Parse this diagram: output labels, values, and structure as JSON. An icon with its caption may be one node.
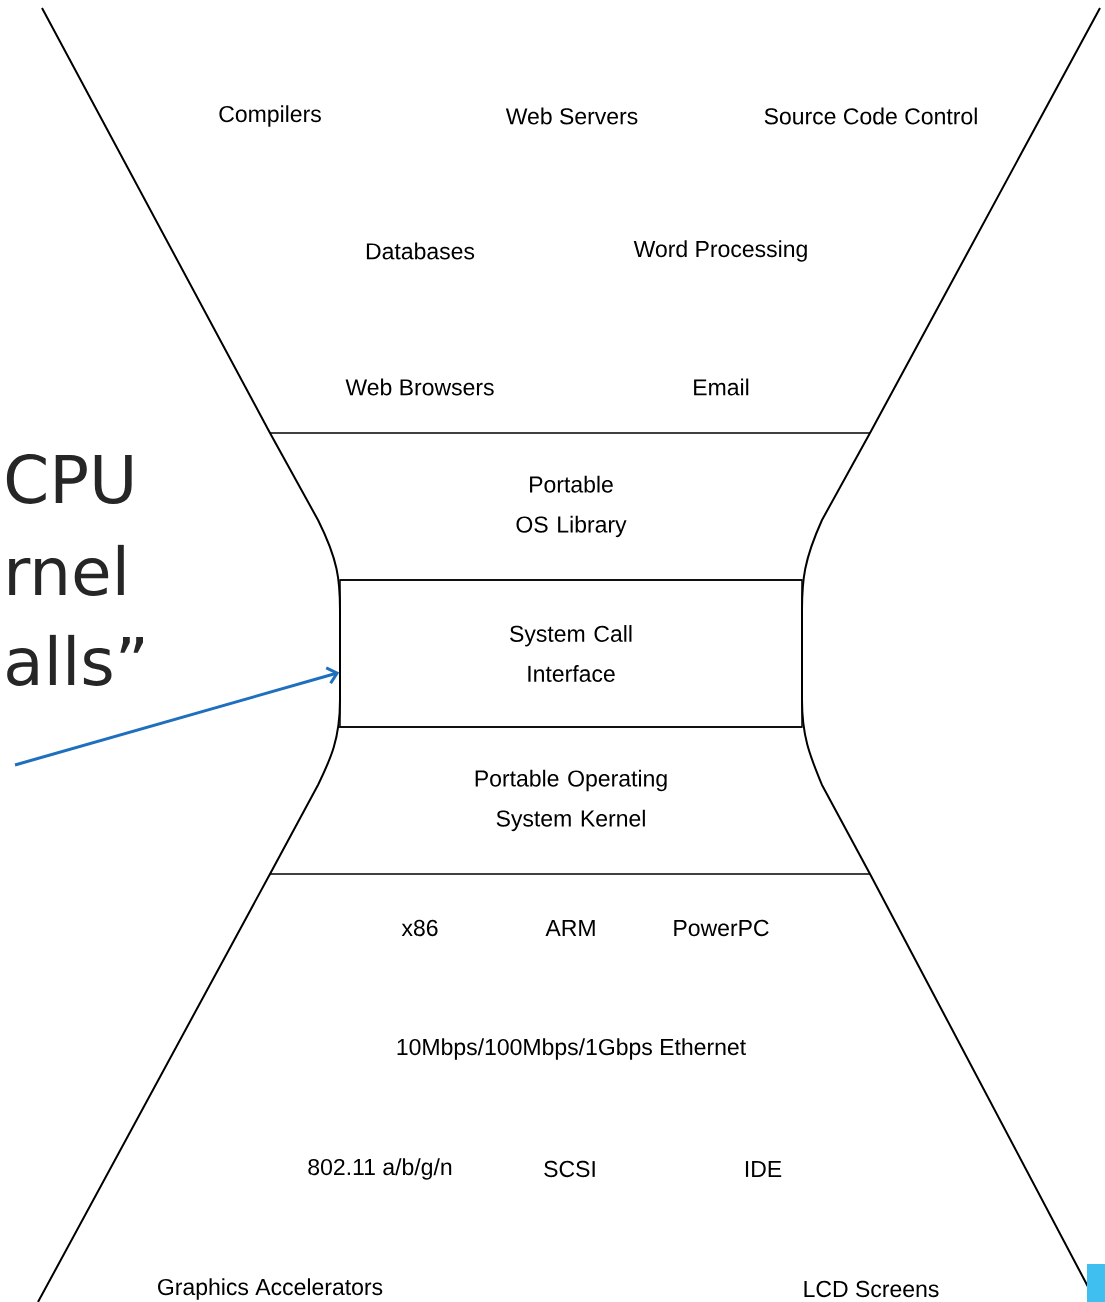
{
  "diagram": {
    "nodes": [
      {
        "text": [
          "Portable OS Library"
        ]
      },
      {
        "text": [
          "System Call Interface"
        ]
      },
      {
        "text": [
          "Portable Operating System Kernel"
        ]
      }
    ],
    "edges": [
      {
        "from": null,
        "to": 1,
        "arrow": "to",
        "color": "#1f6fbf"
      }
    ],
    "labels": [
      "Compilers",
      "Web Servers",
      "Source Code Control",
      "Databases",
      "Word Processing",
      "Web Browsers",
      "Email",
      "CPU",
      "rnel",
      "alls”",
      "x86",
      "ARM",
      "PowerPC",
      "10Mbps/100Mbps/1Gbps Ethernet",
      "802.11 a/b/g/n",
      "SCSI",
      "IDE",
      "Graphics Accelerators",
      "LCD Screens"
    ]
  }
}
